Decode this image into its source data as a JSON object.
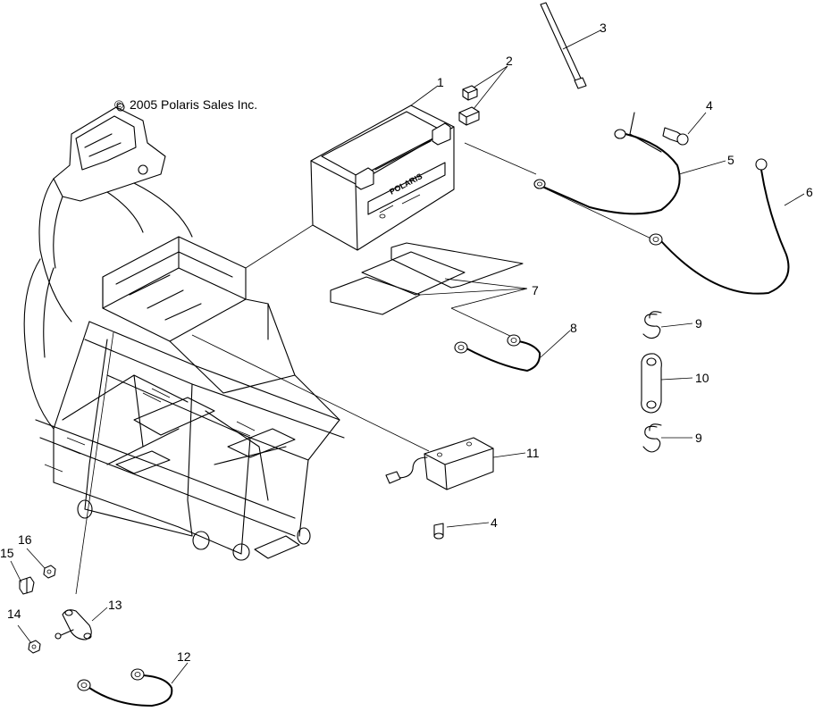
{
  "copyright": "2005 Polaris Sales Inc.",
  "copyright_symbol": "©",
  "battery_brand": "POLARIS",
  "callouts": {
    "c1": "1",
    "c2": "2",
    "c3": "3",
    "c4a": "4",
    "c4b": "4",
    "c5": "5",
    "c6": "6",
    "c7": "7",
    "c8": "8",
    "c9a": "9",
    "c9b": "9",
    "c10": "10",
    "c11": "11",
    "c12": "12",
    "c13": "13",
    "c14": "14",
    "c15": "15",
    "c16": "16"
  }
}
